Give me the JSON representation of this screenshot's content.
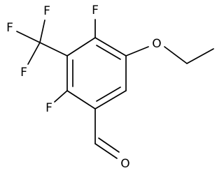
{
  "molecule": {
    "atoms": {
      "f_top": "F",
      "f_cf3_left": "F",
      "f_cf3_top": "F",
      "f_cf3_bottom": "F",
      "f_ring_left": "F",
      "o_ether": "O",
      "o_aldehyde": "O"
    }
  }
}
